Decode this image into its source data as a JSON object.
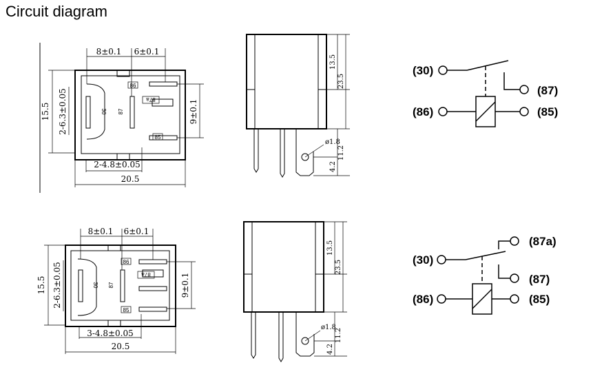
{
  "title": "Circuit diagram",
  "relay_top": {
    "dims": {
      "pitch_a": "8±0.1",
      "pitch_b": "6±0.1",
      "pin_width": "2-6.3±0.05",
      "height": "15.5",
      "pin_gap": "9±0.1",
      "pin_count_width": "2-4.8±0.05",
      "width": "20.5"
    },
    "pins": {
      "p86": "86",
      "p87a": "87a",
      "p85": "85",
      "p30": "30",
      "p87": "87"
    },
    "side": {
      "h1": "13.5",
      "h2": "23.5",
      "hole": "ø1.8",
      "pin_len": "11.2",
      "pin_tip": "4.2"
    },
    "schematic": {
      "t30": "(30)",
      "t87": "(87)",
      "t86": "(86)",
      "t85": "(85)"
    }
  },
  "relay_bottom": {
    "dims": {
      "pitch_a": "8±0.1",
      "pitch_b": "6±0.1",
      "pin_width": "2-6.3±0.05",
      "height": "15.5",
      "pin_gap": "9±0.1",
      "pin_count_width": "3-4.8±0.05",
      "width": "20.5"
    },
    "pins": {
      "p86": "86",
      "p87a": "87a",
      "p85": "85",
      "p30": "30",
      "p87": "87"
    },
    "side": {
      "h1": "13.5",
      "h2": "23.5",
      "hole": "ø1.8",
      "pin_len": "11.2",
      "pin_tip": "4.2"
    },
    "schematic": {
      "t87a": "(87a)",
      "t30": "(30)",
      "t87": "(87)",
      "t86": "(86)",
      "t85": "(85)"
    }
  }
}
